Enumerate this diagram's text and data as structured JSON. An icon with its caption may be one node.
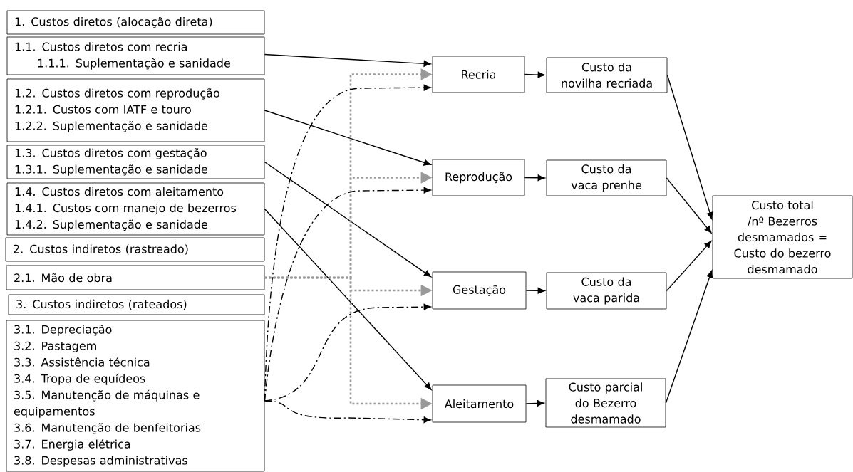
{
  "diagram": {
    "nodes": [
      {
        "text": [
          "1. Custos diretos (alocação direta)"
        ]
      },
      {
        "text": [
          "1.1. Custos diretos com recria",
          "1.1.1. Suplementação e sanidade"
        ]
      },
      {
        "text": [
          "1.2. Custos diretos com reprodução",
          "1.2.1. Custos com IATF e touro",
          "1.2.2. Suplementação e sanidade"
        ]
      },
      {
        "text": [
          "1.3. Custos diretos com gestação",
          "1.3.1. Suplementação e sanidade"
        ]
      },
      {
        "text": [
          "1.4. Custos diretos com aleitamento",
          "1.4.1. Custos com manejo de bezerros",
          "1.4.2. Suplementação e sanidade"
        ]
      },
      {
        "text": [
          "2. Custos indiretos (rastreado)"
        ]
      },
      {
        "text": [
          "2.1. Mão de obra"
        ]
      },
      {
        "text": [
          "3. Custos indiretos (rateados)"
        ]
      },
      {
        "text": [
          "3.1. Depreciação",
          "3.2. Pastagem",
          "3.3. Assistência técnica",
          "3.4. Tropa de equídeos",
          "3.5. Manutenção de máquinas e equipamentos",
          "3.6. Manutenção de benfeitorias",
          "3.7. Energia elétrica",
          "3.8. Despesas administrativas"
        ]
      },
      {
        "text": [
          "Recria"
        ]
      },
      {
        "text": [
          "Reprodução"
        ]
      },
      {
        "text": [
          "Gestação"
        ]
      },
      {
        "text": [
          "Aleitamento"
        ]
      },
      {
        "text": [
          "Custo da novilha recriada"
        ]
      },
      {
        "text": [
          "Custo da vaca prenhe"
        ]
      },
      {
        "text": [
          "Custo da vaca parida"
        ]
      },
      {
        "text": [
          "Custo parcial do Bezerro desmamado"
        ]
      },
      {
        "text": [
          "Custo total /nº Bezerros desmamados = Custo do bezerro desmamado"
        ]
      }
    ],
    "edges": [
      {
        "from": 1,
        "to": 9,
        "arrow": "to"
      },
      {
        "from": 2,
        "to": 10,
        "arrow": "to"
      },
      {
        "from": 3,
        "to": 11,
        "arrow": "to"
      },
      {
        "from": 4,
        "to": 12,
        "arrow": "to"
      },
      {
        "from": 6,
        "to": 9,
        "arrow": "to",
        "style": "dashed",
        "color": "#999999"
      },
      {
        "from": 6,
        "to": 10,
        "arrow": "to",
        "style": "dashed",
        "color": "#999999"
      },
      {
        "from": 6,
        "to": 11,
        "arrow": "to",
        "style": "dashed",
        "color": "#999999"
      },
      {
        "from": 6,
        "to": 12,
        "arrow": "to",
        "style": "dashed",
        "color": "#999999"
      },
      {
        "from": 8,
        "to": 9,
        "arrow": "to",
        "style": "dashed"
      },
      {
        "from": 8,
        "to": 10,
        "arrow": "to",
        "style": "dashed"
      },
      {
        "from": 8,
        "to": 11,
        "arrow": "to",
        "style": "dashed"
      },
      {
        "from": 8,
        "to": 12,
        "arrow": "to",
        "style": "dashed"
      },
      {
        "from": 9,
        "to": 13,
        "arrow": "to"
      },
      {
        "from": 10,
        "to": 14,
        "arrow": "to"
      },
      {
        "from": 11,
        "to": 15,
        "arrow": "to"
      },
      {
        "from": 12,
        "to": 16,
        "arrow": "to"
      },
      {
        "from": 13,
        "to": 17,
        "arrow": "to"
      },
      {
        "from": 14,
        "to": 17,
        "arrow": "to"
      },
      {
        "from": 15,
        "to": 17,
        "arrow": "to"
      },
      {
        "from": 16,
        "to": 17,
        "arrow": "to"
      }
    ]
  }
}
